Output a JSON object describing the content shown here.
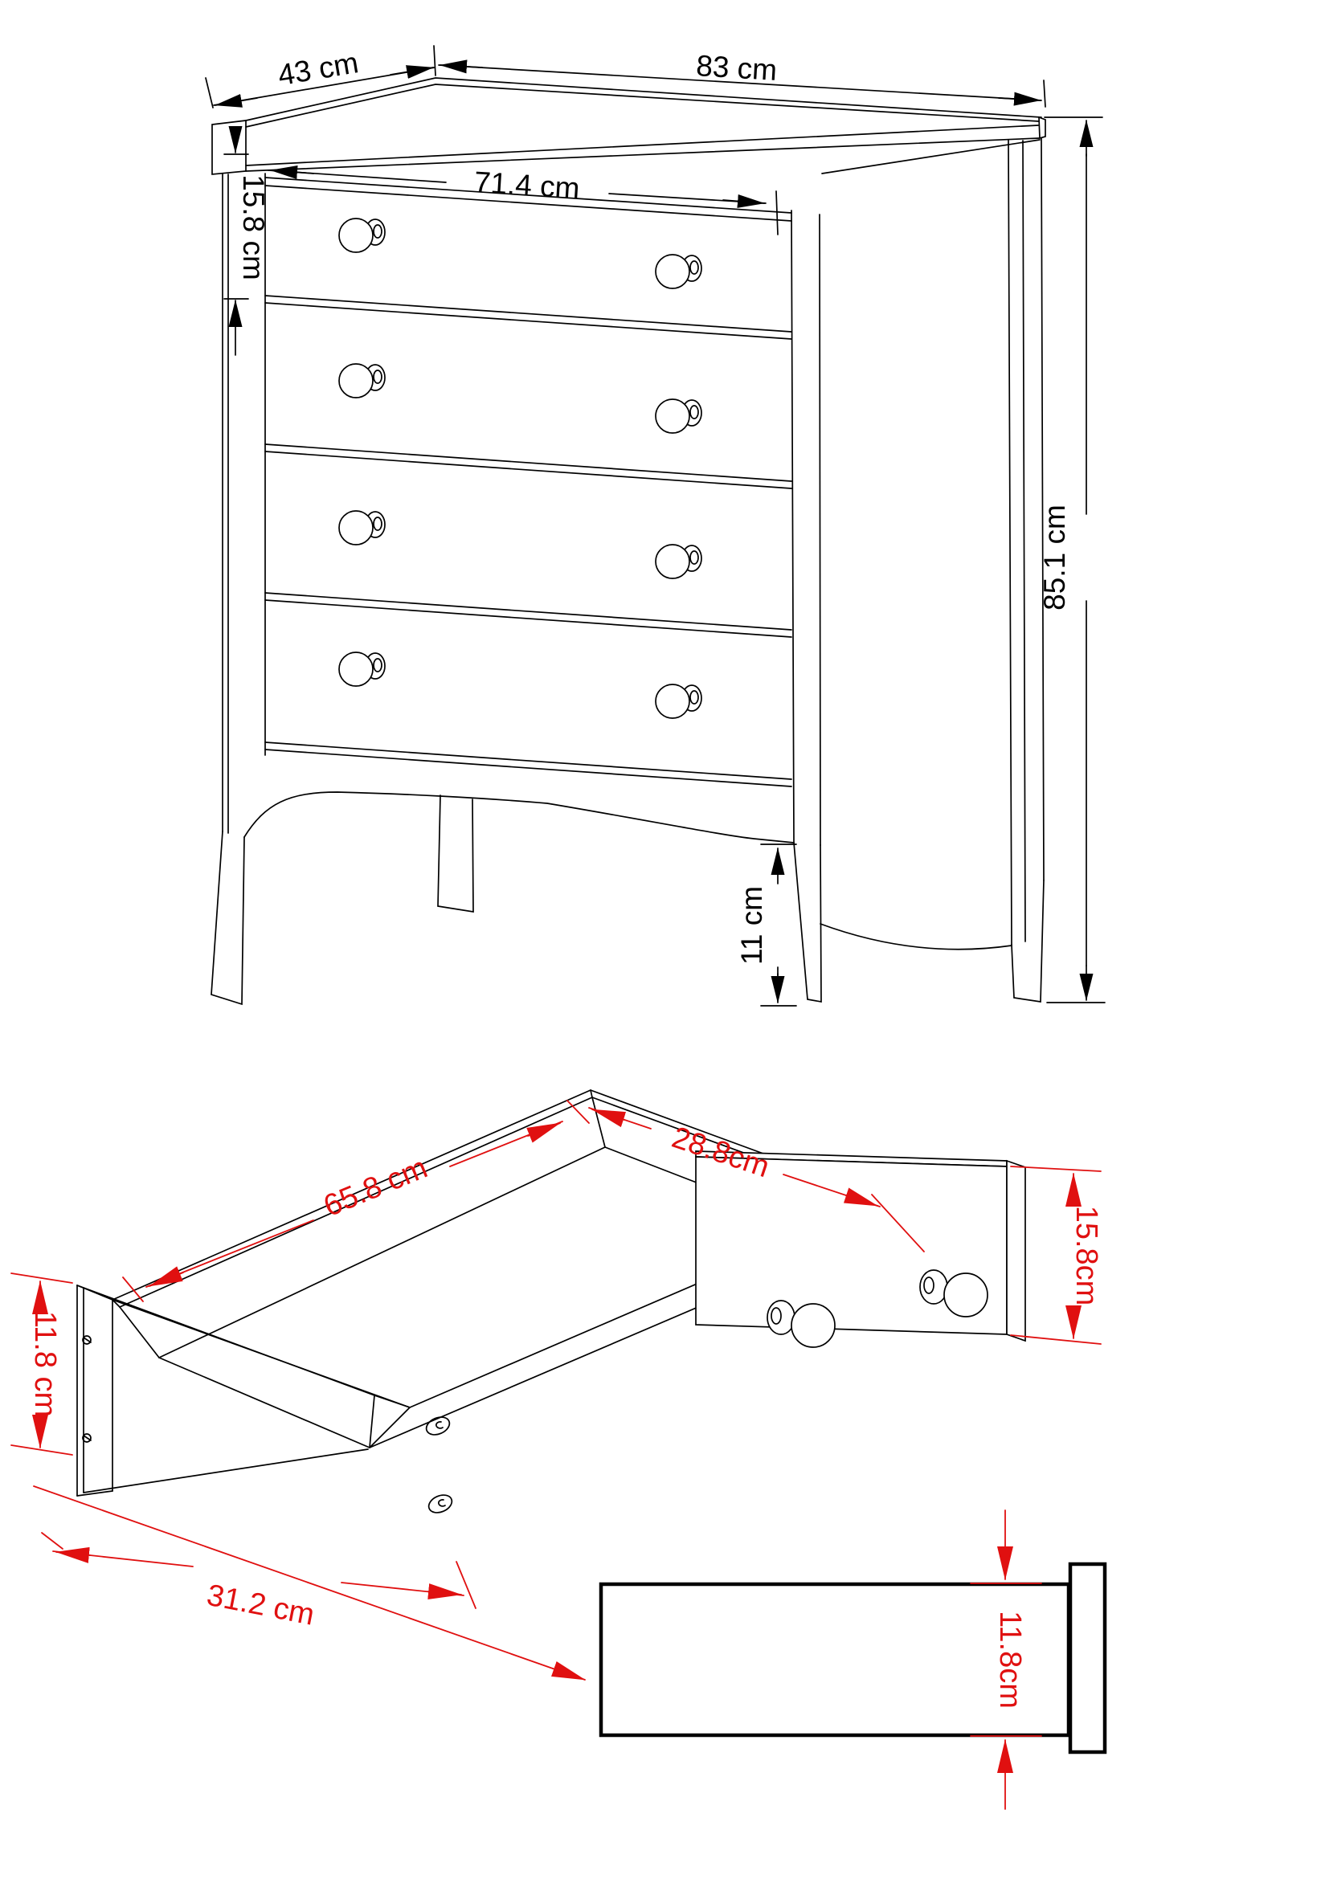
{
  "drawing_type": "furniture dimension diagram",
  "colors": {
    "line": "#000000",
    "dimension_red": "#e01010",
    "background": "#ffffff"
  },
  "chest_front_view": {
    "drawer_count": 4,
    "knobs_per_drawer": 2,
    "dimensions": {
      "top_depth": "43 cm",
      "top_width": "83 cm",
      "drawer_opening_width": "71.4 cm",
      "top_drawer_height": "15.8 cm",
      "overall_height": "85.1 cm",
      "leg_clearance": "11 cm"
    }
  },
  "drawer_isometric_view": {
    "knob_count": 2,
    "dimensions": {
      "inside_width": "65.8 cm",
      "inside_depth": "28.8cm",
      "front_panel_height": "15.8cm",
      "box_side_height": "11.8 cm",
      "outside_depth": "31.2 cm"
    }
  },
  "drawer_side_profile_view": {
    "dimensions": {
      "side_panel_height": "11.8cm"
    }
  }
}
